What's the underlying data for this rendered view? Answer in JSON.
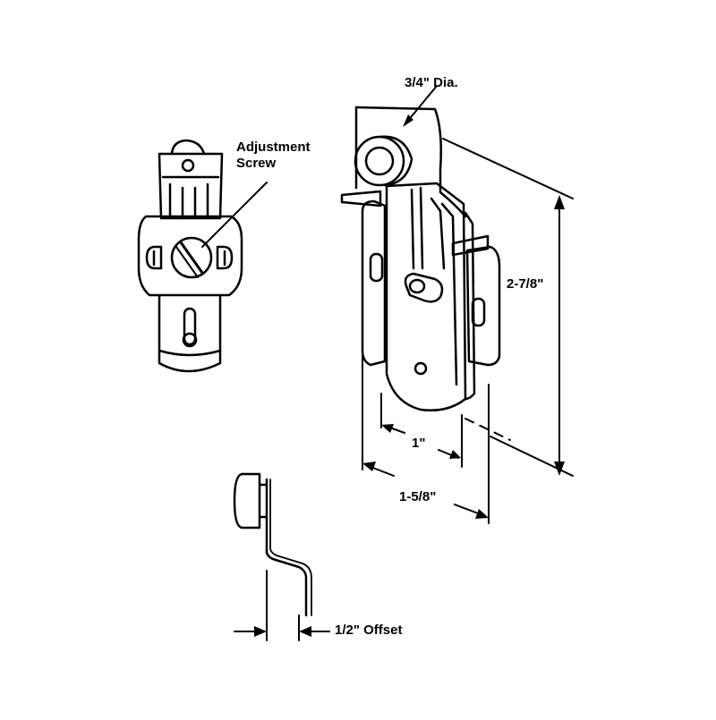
{
  "labels": {
    "adjustment_line1": "Adjustment",
    "adjustment_line2": "Screw",
    "diameter": "3/4\" Dia.",
    "height": "2-7/8\"",
    "inner_width": "1\"",
    "outer_width": "1-5/8\"",
    "offset": "1/2\" Offset"
  },
  "colors": {
    "ink": "#000000",
    "paper": "#ffffff"
  }
}
